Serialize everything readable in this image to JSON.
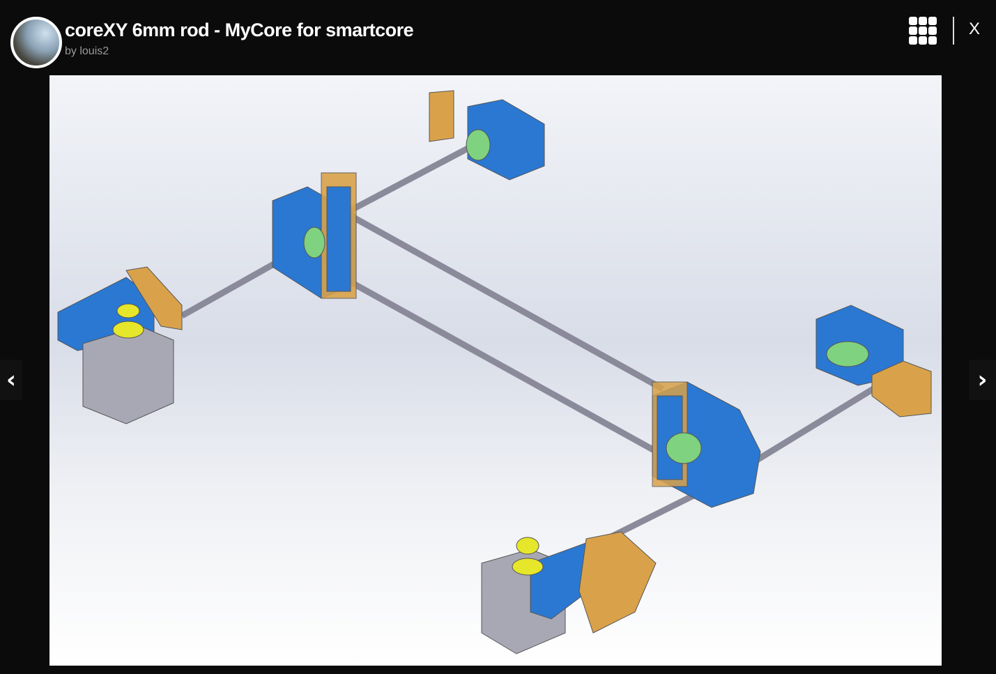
{
  "header": {
    "title": "coreXY 6mm rod - MyCore for smartcore",
    "author": "by louis2",
    "close_label": "X"
  },
  "icons": {
    "grid": "grid-icon",
    "prev": "chevron-left-icon",
    "next": "chevron-right-icon"
  },
  "nav": {
    "prev": "‹",
    "next": "›"
  },
  "colors": {
    "background": "#0b0b0b",
    "part_blue": "#2a78d2",
    "part_gold": "#d9a24a",
    "pulley_green": "#7fd27f",
    "rod": "#9a9aaa"
  }
}
